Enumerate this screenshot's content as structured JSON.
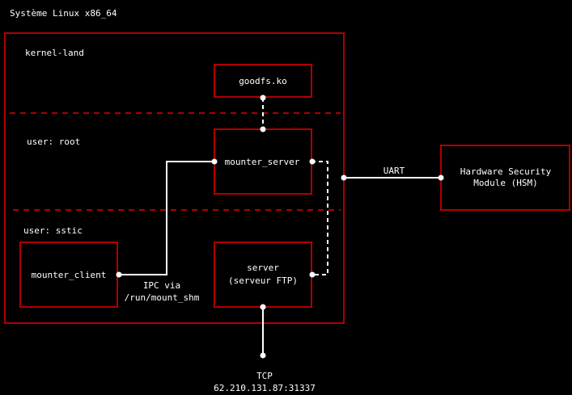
{
  "title": "Système Linux x86_64",
  "zones": {
    "kernel": "kernel-land",
    "root": "user: root",
    "sstic": "user: sstic"
  },
  "nodes": {
    "goodfs": "goodfs.ko",
    "mounter_server": "mounter_server",
    "mounter_client": "mounter_client",
    "server_line1": "server",
    "server_line2": "(serveur FTP)",
    "hsm_line1": "Hardware Security",
    "hsm_line2": "Module (HSM)"
  },
  "edges": {
    "uart": "UART",
    "ipc_line1": "IPC via",
    "ipc_line2": "/run/mount_shm",
    "tcp_line1": "TCP",
    "tcp_line2": "62.210.131.87:31337"
  },
  "colors": {
    "background": "#000000",
    "box_border": "#b00000",
    "text": "#ffffff"
  }
}
